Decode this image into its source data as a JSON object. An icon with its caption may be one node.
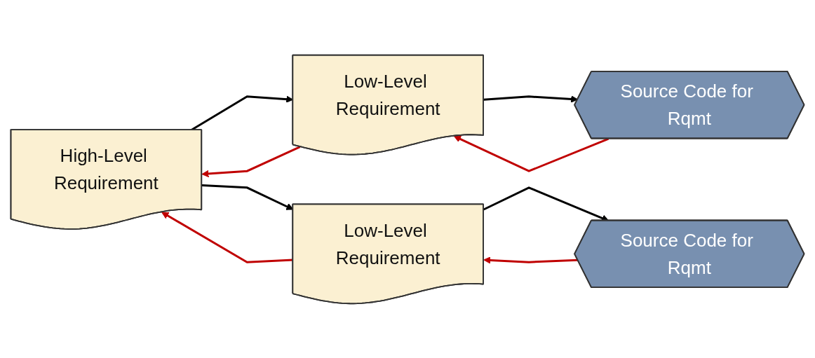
{
  "diagram": {
    "nodes": [
      {
        "text": [
          "High-Level Requirement"
        ]
      },
      {
        "text": [
          "Low-Level Requirement"
        ]
      },
      {
        "text": [
          "Source Code for Rqmt"
        ]
      },
      {
        "text": [
          "Low-Level Requirement"
        ]
      },
      {
        "text": [
          "Source Code for Rqmt"
        ]
      }
    ],
    "edges": [
      {
        "from": 0,
        "to": 1,
        "arrow": "to"
      },
      {
        "from": 1,
        "to": 0,
        "arrow": "to",
        "color": "#c00000"
      },
      {
        "from": 1,
        "to": 2,
        "arrow": "to"
      },
      {
        "from": 2,
        "to": 1,
        "arrow": "to",
        "color": "#c00000"
      },
      {
        "from": 0,
        "to": 3,
        "arrow": "to"
      },
      {
        "from": 3,
        "to": 0,
        "arrow": "to",
        "color": "#c00000"
      },
      {
        "from": 3,
        "to": 4,
        "arrow": "to"
      },
      {
        "from": 4,
        "to": 3,
        "arrow": "to",
        "color": "#c00000"
      }
    ]
  }
}
